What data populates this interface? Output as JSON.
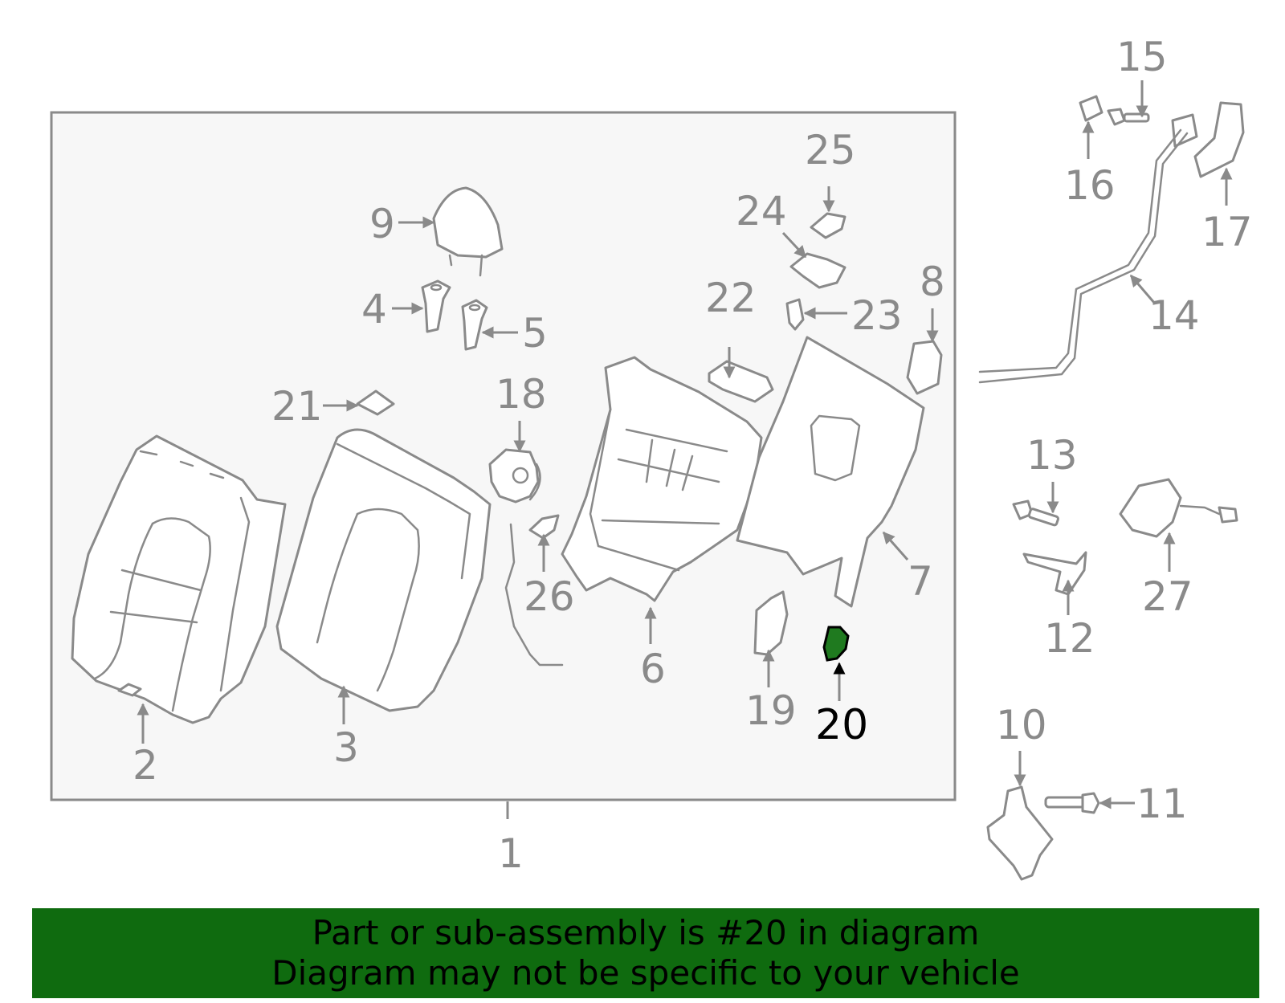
{
  "colors": {
    "line": "#8a8a8a",
    "box_fill": "#f7f7f7",
    "highlight": "#1f7a1f",
    "banner_bg": "#0f6b0f",
    "banner_text": "#000000"
  },
  "callouts": {
    "c1": "1",
    "c2": "2",
    "c3": "3",
    "c4": "4",
    "c5": "5",
    "c6": "6",
    "c7": "7",
    "c8": "8",
    "c9": "9",
    "c10": "10",
    "c11": "11",
    "c12": "12",
    "c13": "13",
    "c14": "14",
    "c15": "15",
    "c16": "16",
    "c17": "17",
    "c18": "18",
    "c19": "19",
    "c20": "20",
    "c21": "21",
    "c22": "22",
    "c23": "23",
    "c24": "24",
    "c25": "25",
    "c26": "26",
    "c27": "27"
  },
  "highlighted_part": "20",
  "banner": {
    "line1": "Part or sub-assembly is #20 in diagram",
    "line2": "Diagram may not be specific to your vehicle"
  }
}
